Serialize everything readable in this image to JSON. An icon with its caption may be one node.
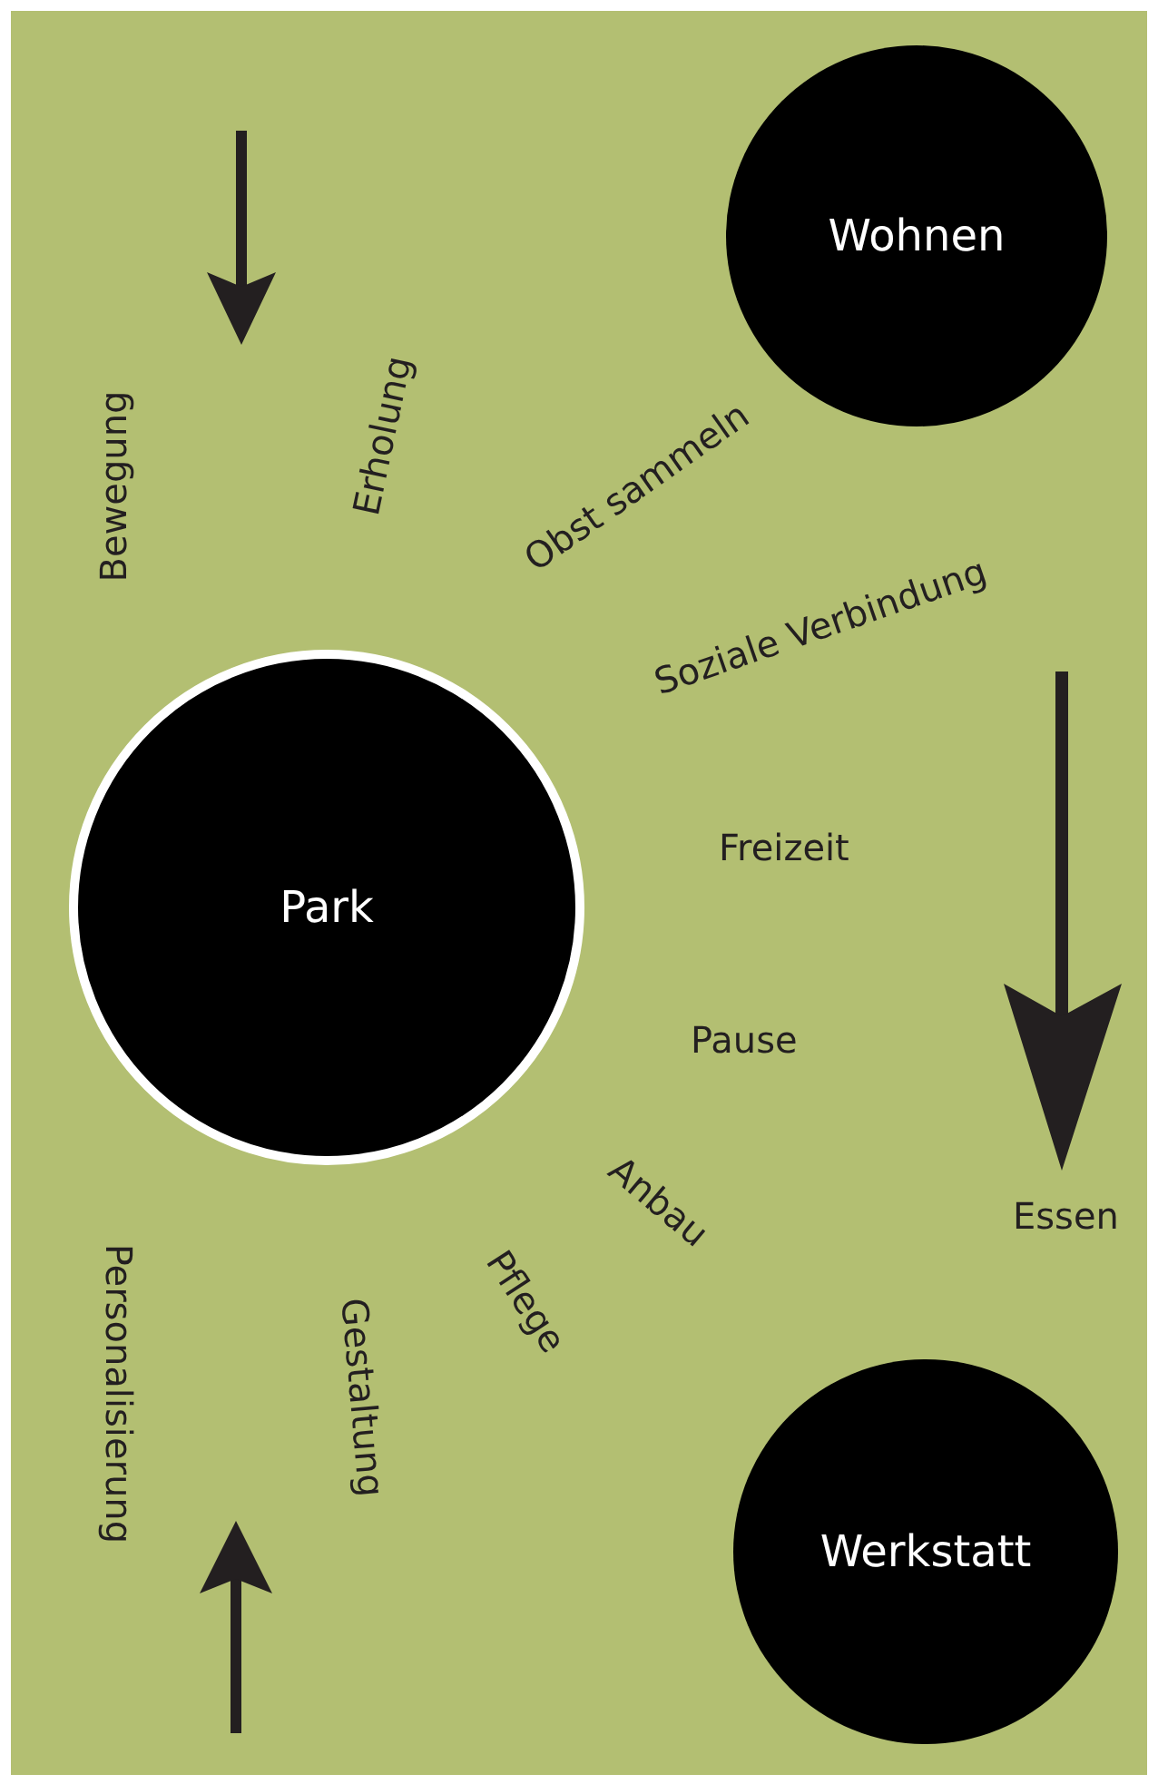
{
  "diagram": {
    "nodes": [
      {
        "text": [
          "Wohnen"
        ]
      },
      {
        "text": [
          "Park"
        ]
      },
      {
        "text": [
          "Werkstatt"
        ]
      }
    ],
    "labels": [
      "Bewegung",
      "Erholung",
      "Obst sammeln",
      "Soziale Verbindung",
      "Freizeit",
      "Pause",
      "Essen",
      "Anbau",
      "Pflege",
      "Gestaltung",
      "Personalisierung"
    ]
  }
}
